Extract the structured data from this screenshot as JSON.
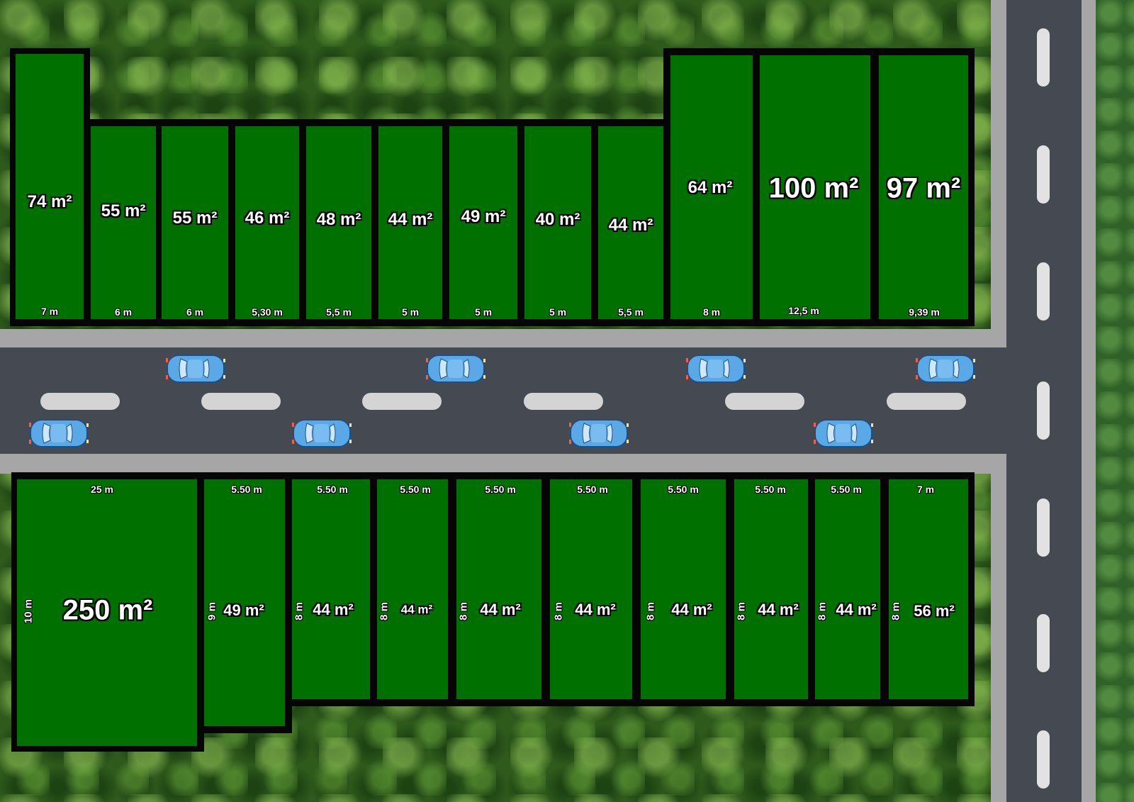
{
  "top_lots": [
    {
      "area": "74 m²",
      "width": "7 m"
    },
    {
      "area": "55 m²",
      "width": "6 m"
    },
    {
      "area": "55 m²",
      "width": "6 m"
    },
    {
      "area": "46 m²",
      "width": "5,30 m"
    },
    {
      "area": "48 m²",
      "width": "5,5 m"
    },
    {
      "area": "44 m²",
      "width": "5 m"
    },
    {
      "area": "49 m²",
      "width": "5 m"
    },
    {
      "area": "40 m²",
      "width": "5 m"
    },
    {
      "area": "44 m²",
      "width": "5,5 m"
    },
    {
      "area": "64 m²",
      "width": "8 m"
    },
    {
      "area": "100 m²",
      "width": "12,5 m"
    },
    {
      "area": "97 m²",
      "width": "9,39 m"
    }
  ],
  "bottom_lots": [
    {
      "area": "250 m²",
      "width": "25 m",
      "depth": "10 m"
    },
    {
      "area": "49 m²",
      "width": "5.50 m",
      "depth": "9 m"
    },
    {
      "area": "44 m²",
      "width": "5.50 m",
      "depth": "8 m"
    },
    {
      "area": "44 m²",
      "width": "5.50 m",
      "depth": "8 m"
    },
    {
      "area": "44 m²",
      "width": "5.50 m",
      "depth": "8 m"
    },
    {
      "area": "44 m²",
      "width": "5.50 m",
      "depth": "8 m"
    },
    {
      "area": "44 m²",
      "width": "5.50 m",
      "depth": "8 m"
    },
    {
      "area": "44 m²",
      "width": "5.50 m",
      "depth": "8 m"
    },
    {
      "area": "44 m²",
      "width": "5.50 m",
      "depth": "8 m"
    },
    {
      "area": "56 m²",
      "width": "7 m",
      "depth": "8 m"
    }
  ],
  "colors": {
    "lot_fill": "#007000",
    "lot_border": "#050505",
    "road": "#454a52",
    "sidewalk": "#a6a6a6",
    "car_body": "#5aa9e6"
  },
  "icons": {
    "vehicle": "car-icon"
  }
}
